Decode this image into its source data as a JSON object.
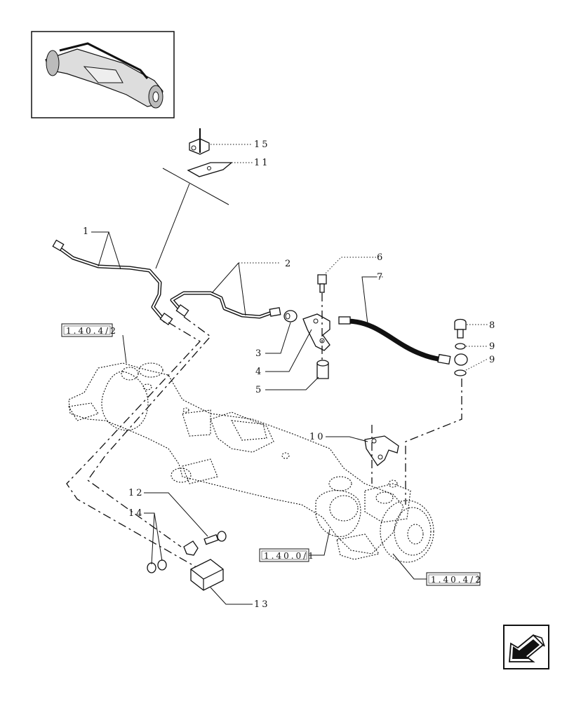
{
  "callouts": {
    "c1": "1",
    "c2": "2",
    "c3": "3",
    "c4": "4",
    "c5": "5",
    "c6": "6",
    "c7": "7",
    "c8": "8",
    "c9a": "9",
    "c9b": "9",
    "c10": "10",
    "c11": "11",
    "c12": "12",
    "c13": "13",
    "c14": "14",
    "c15": "15"
  },
  "references": {
    "ref_left": "1.40.4/2",
    "ref_center": "1.40.0/1",
    "ref_right": "1.40.4/2"
  },
  "icons": {
    "thumbnail": "front-axle-thumbnail-icon",
    "navigation": "previous-page-arrow-icon"
  }
}
